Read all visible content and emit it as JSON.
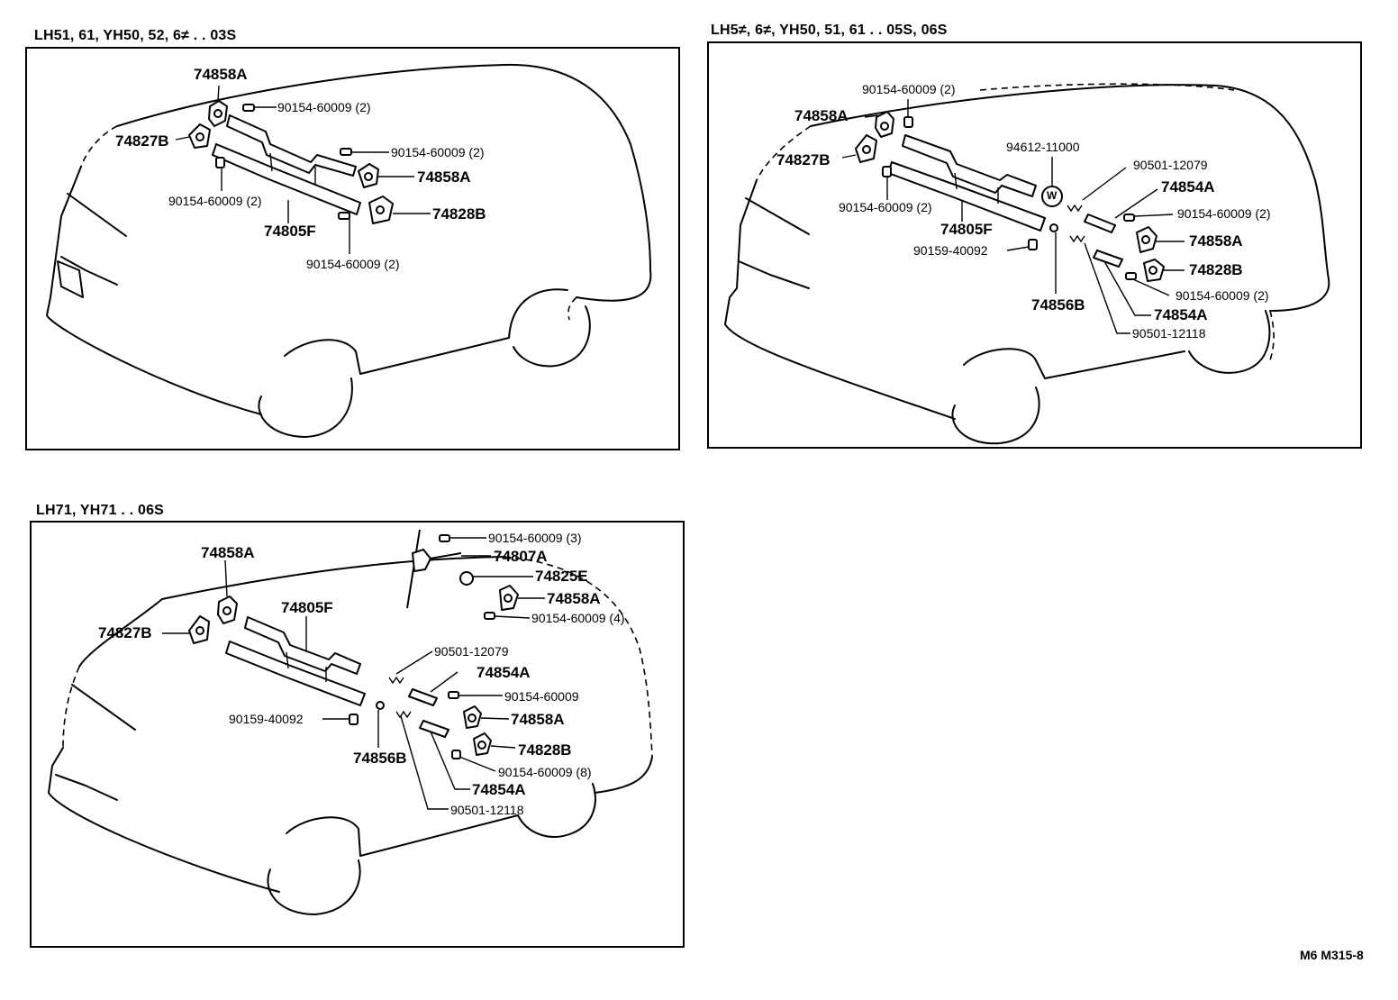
{
  "panels": [
    {
      "title": "LH51, 61, YH50, 52, 6≠ . . 03S",
      "labels": {
        "p74858A_top": "74858A",
        "p74827B": "74827B",
        "b1": "90154-60009 (2)",
        "b2": "90154-60009 (2)",
        "p74858A_right": "74858A",
        "b3": "90154-60009 (2)",
        "p74828B": "74828B",
        "p74805F": "74805F",
        "b4": "90154-60009 (2)"
      }
    },
    {
      "title": "LH5≠, 6≠, YH50, 51, 61 . . 05S, 06S",
      "labels": {
        "b1": "90154-60009 (2)",
        "p74858A_top": "74858A",
        "p74827B": "74827B",
        "b2": "90154-60009 (2)",
        "p74805F": "74805F",
        "s90159": "90159-40092",
        "p94612": "94612-11000",
        "washer_mark": "W",
        "p90501_12079": "90501-12079",
        "p74854A_top": "74854A",
        "b3": "90154-60009 (2)",
        "p74858A_right": "74858A",
        "p74828B": "74828B",
        "b4": "90154-60009 (2)",
        "p74856B": "74856B",
        "p74854A_bottom": "74854A",
        "p90501_12118": "90501-12118"
      }
    },
    {
      "title": "LH71, YH71 . . 06S",
      "labels": {
        "b1": "90154-60009 (3)",
        "p74807A": "74807A",
        "p74825E": "74825E",
        "p74858A_top": "74858A",
        "p74858A_mid": "74858A",
        "b2": "90154-60009 (4)",
        "p74827B": "74827B",
        "p74805F": "74805F",
        "p90501_12079": "90501-12079",
        "p74854A_top": "74854A",
        "b3": "90154-60009",
        "s90159": "90159-40092",
        "p74858A_low": "74858A",
        "p74828B": "74828B",
        "p74856B": "74856B",
        "b4": "90154-60009 (8)",
        "p74854A_bottom": "74854A",
        "p90501_12118": "90501-12118"
      }
    }
  ],
  "figure_code": "M6  M315-8"
}
